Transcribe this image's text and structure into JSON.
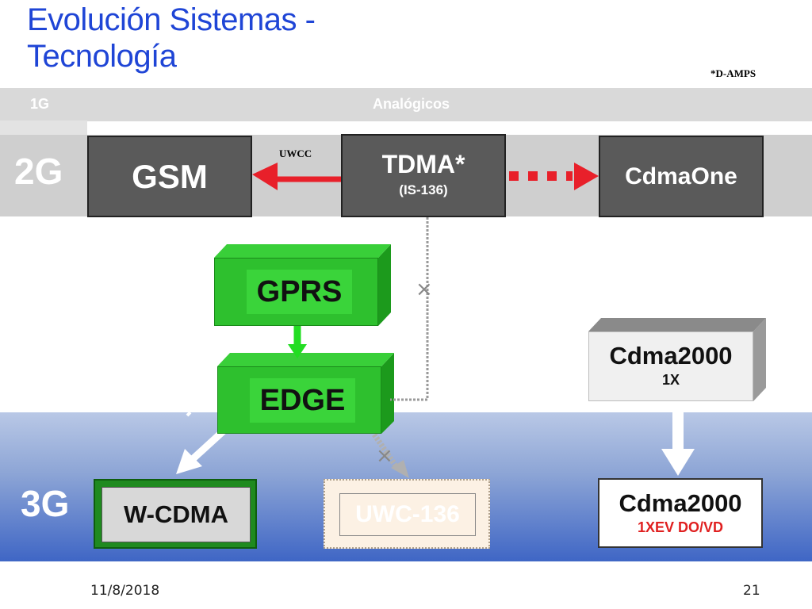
{
  "slide": {
    "title": "Evolución Sistemas - Tecnología",
    "footnote": "*D-AMPS",
    "footer_date": "11/8/2018",
    "page_number": "21"
  },
  "bands": {
    "g1": {
      "label": "1G",
      "description": "Analógicos"
    },
    "g2": {
      "label": "2G"
    },
    "g3": {
      "label": "3G"
    }
  },
  "nodes": {
    "gsm": "GSM",
    "tdma": {
      "name": "TDMA*",
      "sub": "(IS-136)"
    },
    "cdmaone": "CdmaOne",
    "gprs": "GPRS",
    "edge": "EDGE",
    "cdma2000_1x": {
      "name": "Cdma2000",
      "sub": "1X"
    },
    "wcdma": "W-CDMA",
    "uwc136": "UWC-136",
    "cdma2000_ev": {
      "name": "Cdma2000",
      "sub": "1XEV DO/VD"
    }
  },
  "connectors": {
    "uwcc_label": "UWCC"
  },
  "colors": {
    "title": "#1f45d6",
    "red_arrow": "#e8202a",
    "green": "#2ec02e",
    "dark_box": "#5a5a5a",
    "band_3g": "#3f66c5"
  }
}
